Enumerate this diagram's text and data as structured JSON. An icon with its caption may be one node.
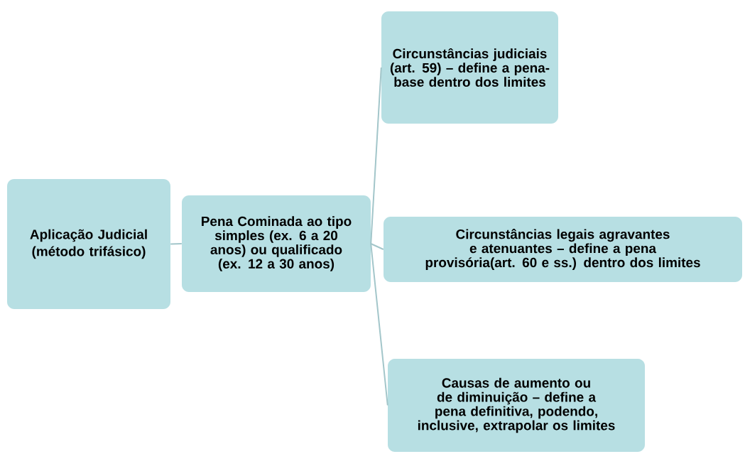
{
  "diagram": {
    "nodes": [
      {
        "text": [
          "Aplicação Judicial",
          "(método trifásico)"
        ]
      },
      {
        "text": [
          "Pena Cominada ao tipo simples (ex. 6 a 20 anos) ou qualificado (ex. 12 a 30 anos)"
        ]
      },
      {
        "text": [
          "Circunstâncias judiciais (art. 59) – define a pena-base dentro dos limites"
        ]
      },
      {
        "text": [
          "Circunstâncias legais agravantes e atenuantes – define a pena provisória(art. 60 e ss.) dentro dos limites"
        ]
      },
      {
        "text": [
          "Causas de aumento ou de diminuição – define a pena definitiva, podendo, inclusive, extrapolar os limites"
        ]
      }
    ],
    "edges": [
      {
        "from": 0,
        "to": 1,
        "arrow": "none"
      },
      {
        "from": 1,
        "to": 2,
        "arrow": "none"
      },
      {
        "from": 1,
        "to": 3,
        "arrow": "none"
      },
      {
        "from": 1,
        "to": 4,
        "arrow": "none"
      }
    ]
  }
}
